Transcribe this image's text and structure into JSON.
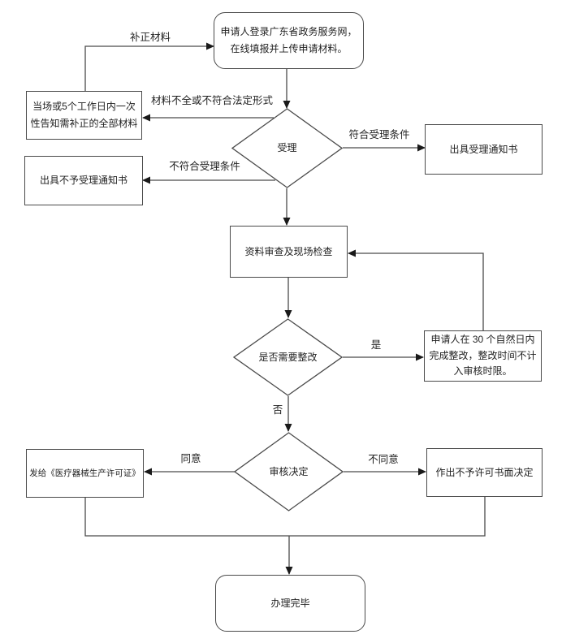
{
  "diagram": {
    "type": "flowchart",
    "colors": {
      "background": "#ffffff",
      "line": "#4a4a4a",
      "arrowhead": "#1a1a1a",
      "text": "#1f1f1f",
      "node_border": "#4a4a4a"
    },
    "nodes": {
      "start": {
        "shape": "rounded",
        "lines": [
          "申请人登录广东省政务服务网，",
          "在线填报并上传申请材料。"
        ]
      },
      "supplement": {
        "shape": "rect",
        "lines": [
          "当场或5个工作日内一次",
          "性告知需补正的全部材料"
        ]
      },
      "accept": {
        "shape": "diamond",
        "lines": [
          "受理"
        ]
      },
      "reject_notice": {
        "shape": "rect",
        "lines": [
          "出具不予受理通知书"
        ]
      },
      "accept_notice": {
        "shape": "rect",
        "lines": [
          "出具受理通知书"
        ]
      },
      "review": {
        "shape": "rect",
        "lines": [
          "资料审查及现场检查"
        ]
      },
      "need_rectify": {
        "shape": "diamond",
        "lines": [
          "是否需要整改"
        ]
      },
      "rectify": {
        "shape": "rect",
        "lines": [
          "申请人在 30 个自然日内",
          "完成整改，整改时间不计",
          "入审核时限。"
        ]
      },
      "decision": {
        "shape": "diamond",
        "lines": [
          "审核决定"
        ]
      },
      "license": {
        "shape": "rect",
        "lines": [
          "发给《医疗器械生产许可证》"
        ]
      },
      "deny": {
        "shape": "rect",
        "lines": [
          "作出不予许可书面决定"
        ]
      },
      "finish": {
        "shape": "rounded",
        "lines": [
          "办理完毕"
        ]
      }
    },
    "edge_labels": {
      "supplement_materials": "补正材料",
      "incomplete": "材料不全或不符合法定形式",
      "meets_conditions": "符合受理条件",
      "not_meets_conditions": "不符合受理条件",
      "yes": "是",
      "no": "否",
      "agree": "同意",
      "disagree": "不同意"
    }
  }
}
